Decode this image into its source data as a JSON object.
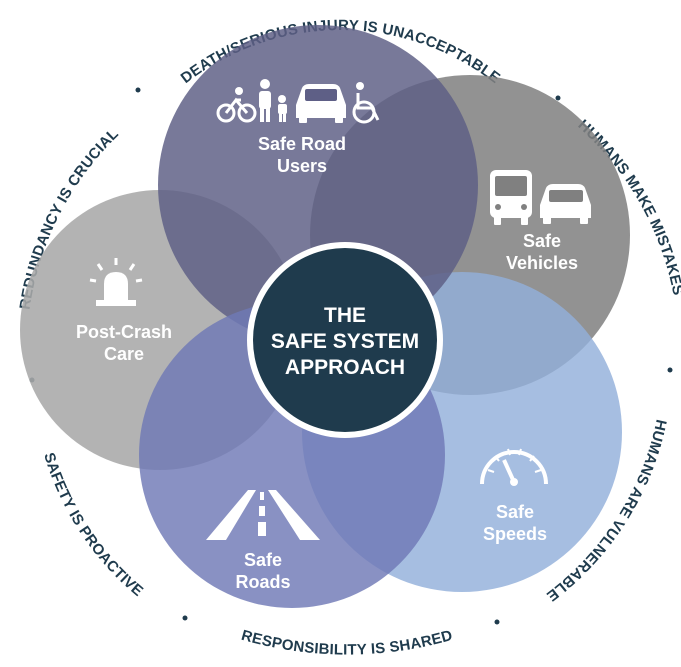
{
  "center": {
    "line1": "THE",
    "line2": "SAFE SYSTEM",
    "line3": "APPROACH"
  },
  "elements": [
    {
      "id": "users",
      "line1": "Safe Road",
      "line2": "Users",
      "color": "#5e5f86"
    },
    {
      "id": "vehicles",
      "line1": "Safe",
      "line2": "Vehicles",
      "color": "#808080"
    },
    {
      "id": "speeds",
      "line1": "Safe",
      "line2": "Speeds",
      "color": "#93b0da"
    },
    {
      "id": "roads",
      "line1": "Safe",
      "line2": "Roads",
      "color": "#6f79b6"
    },
    {
      "id": "postcrash",
      "line1": "Post-Crash",
      "line2": "Care",
      "color": "#a9a9a9"
    }
  ],
  "principles": {
    "top": "DEATH/SERIOUS INJURY IS UNACCEPTABLE",
    "right_top": "HUMANS MAKE MISTAKES",
    "right_bottom": "HUMANS ARE VULNERABLE",
    "bottom": "RESPONSIBILITY IS SHARED",
    "left_bottom": "SAFETY IS PROACTIVE",
    "left_top": "REDUNDANCY IS CRUCIAL"
  },
  "colors": {
    "center_fill": "#1f3b4d",
    "text_dark": "#1f3b4d"
  }
}
